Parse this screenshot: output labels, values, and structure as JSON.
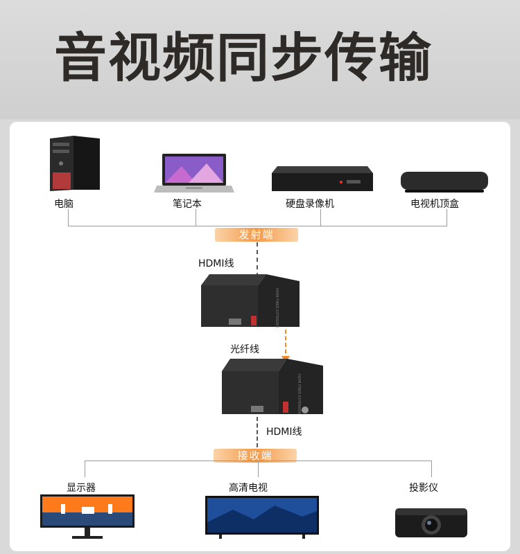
{
  "title": "音视频同步传输",
  "sources": [
    "电脑",
    "笔记本",
    "硬盘录像机",
    "电视机顶盒"
  ],
  "transmitter_label": "发射端",
  "receiver_label": "接收端",
  "hdmi_cable_label": "HDMI线",
  "fiber_label": "光纤线",
  "outputs": [
    "显示器",
    "高清电视",
    "投影仪"
  ],
  "colors": {
    "accent": "#f39a4a",
    "fiber": "#f0892a",
    "device": "#1e1e1e"
  }
}
